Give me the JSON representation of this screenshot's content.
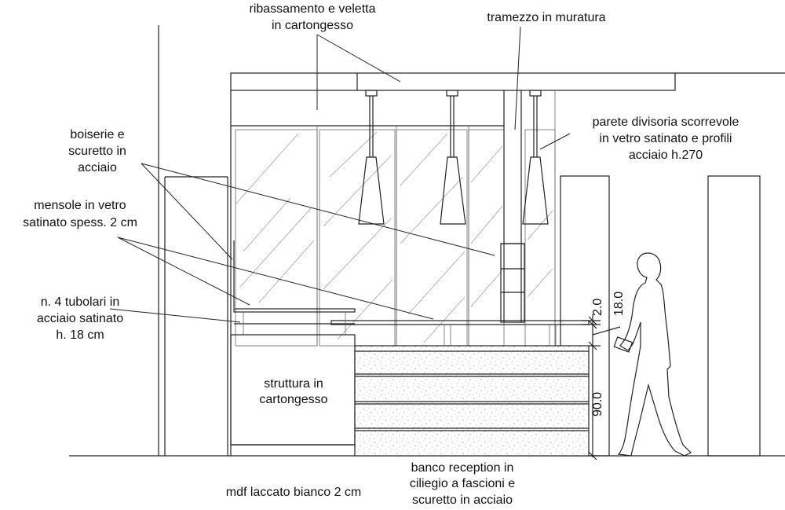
{
  "labels": {
    "ceiling": [
      "ribassamento e veletta",
      "in cartongesso"
    ],
    "partition": "tramezzo in muratura",
    "sliding_wall": [
      "parete divisoria scorrevole",
      "in vetro satinato e profili",
      "acciaio h.270"
    ],
    "boiserie": [
      "boiserie e",
      "scuretto in",
      "acciaio"
    ],
    "shelves": [
      "mensole in vetro",
      "satinato spess. 2 cm"
    ],
    "tubes": [
      "n. 4 tubolari in",
      "acciaio satinato",
      "h. 18 cm"
    ],
    "structure": [
      "struttura in",
      "cartongesso"
    ],
    "mdf": "mdf laccato bianco 2 cm",
    "desk": [
      "banco reception in",
      "ciliegio a fascioni e",
      "scuretto in acciaio"
    ]
  },
  "dimensions": {
    "shelf_thickness": "2.0",
    "tube_height": "18.0",
    "desk_height": "90.0"
  }
}
